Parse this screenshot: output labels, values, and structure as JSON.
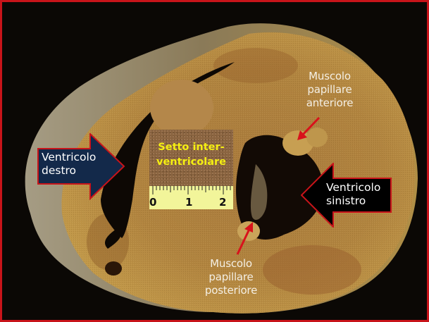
{
  "image": {
    "subject": "heart-cross-section-photo",
    "border_color": "#c8141a",
    "background_color": "#0b0805"
  },
  "labels": {
    "right_ventricle": {
      "line1": "Ventricolo",
      "line2": "destro",
      "arrow_fill": "#13294a",
      "arrow_stroke": "#c8141a"
    },
    "left_ventricle": {
      "line1": "Ventricolo",
      "line2": "sinistro",
      "arrow_fill": "#000000",
      "arrow_stroke": "#c8141a"
    },
    "septum": {
      "line1": "Setto inter-",
      "line2": "ventricolare",
      "text_color": "#f5ef12"
    },
    "anterior_papillary": {
      "line1": "Muscolo",
      "line2": "papillare",
      "line3": "anteriore"
    },
    "posterior_papillary": {
      "line1": "Muscolo",
      "line2": "papillare",
      "line3": "posteriore"
    }
  },
  "ruler": {
    "ticks": [
      "0",
      "1",
      "2"
    ],
    "color": "#f2f59a"
  },
  "pointer_color": "#d8121b"
}
